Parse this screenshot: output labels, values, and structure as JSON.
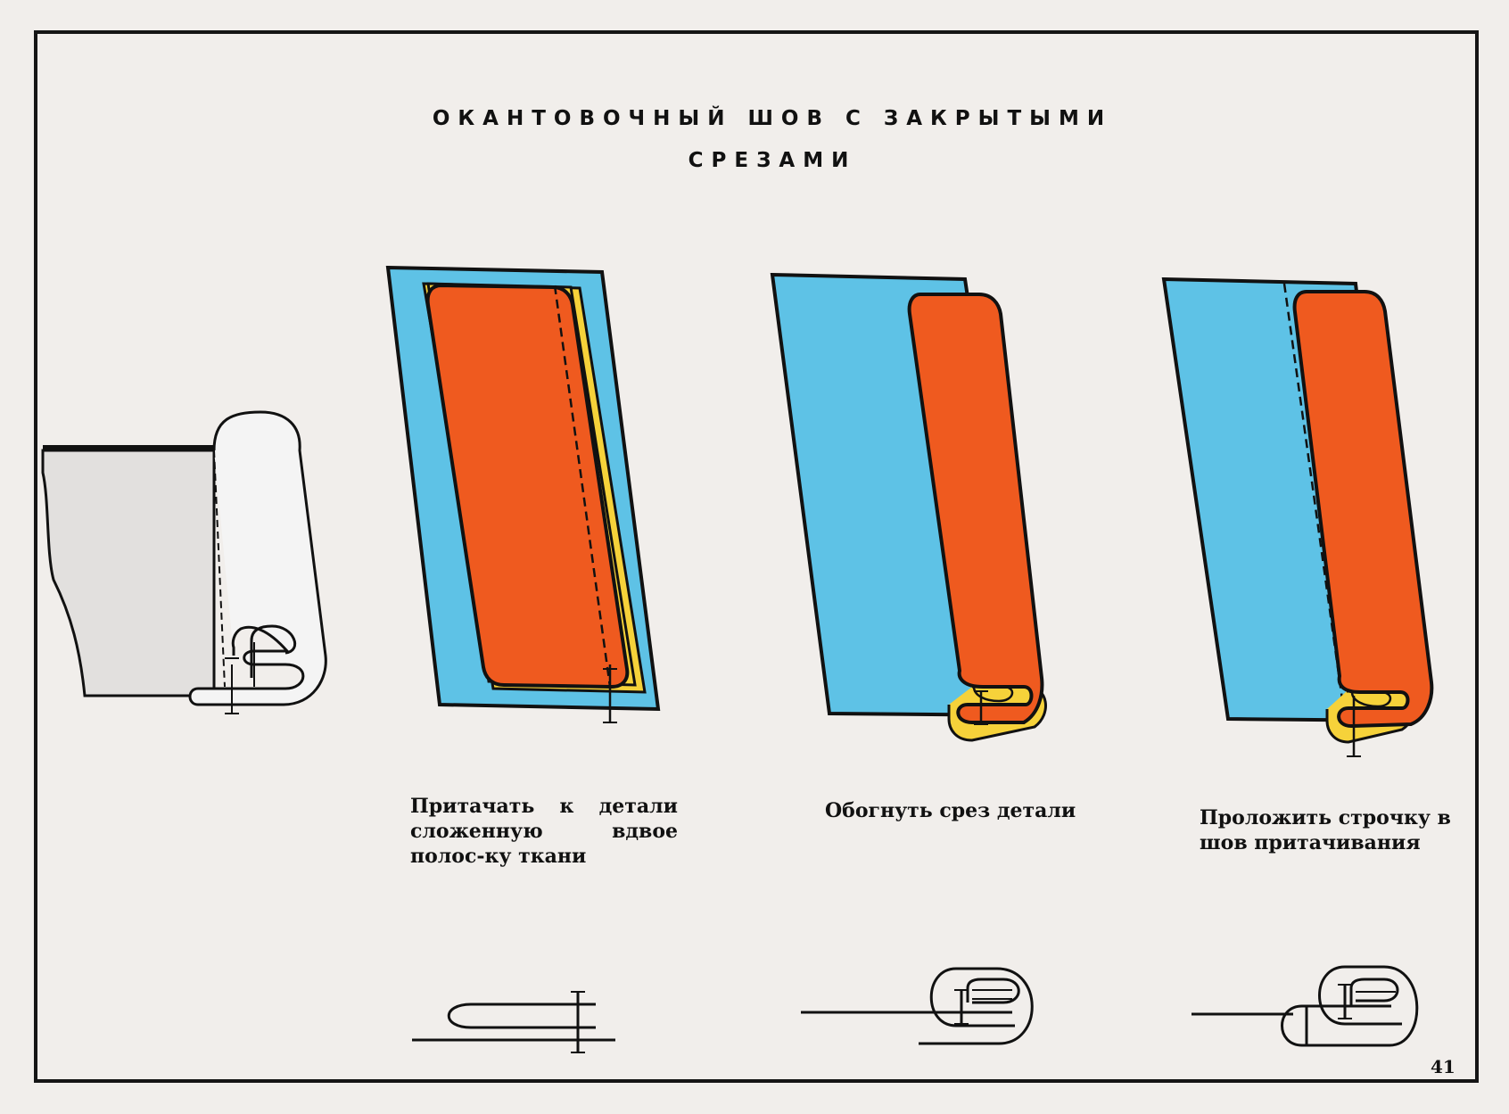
{
  "title": {
    "line1": "ОКАНТОВОЧНЫЙ ШОВ С ЗАКРЫТЫМИ",
    "line2": "СРЕЗАМИ"
  },
  "captions": {
    "step1": "Притачать к детали сложенную вдвое полос-ку ткани",
    "step2": "Обогнуть срез детали",
    "step3": "Проложить строчку в шов притачивания"
  },
  "page_number": "41",
  "colors": {
    "fabric": "#5ec2e6",
    "binding": "#ef5a1f",
    "binding_edge": "#f6d23a",
    "outline": "#111111",
    "paper": "#f1eeeb"
  }
}
